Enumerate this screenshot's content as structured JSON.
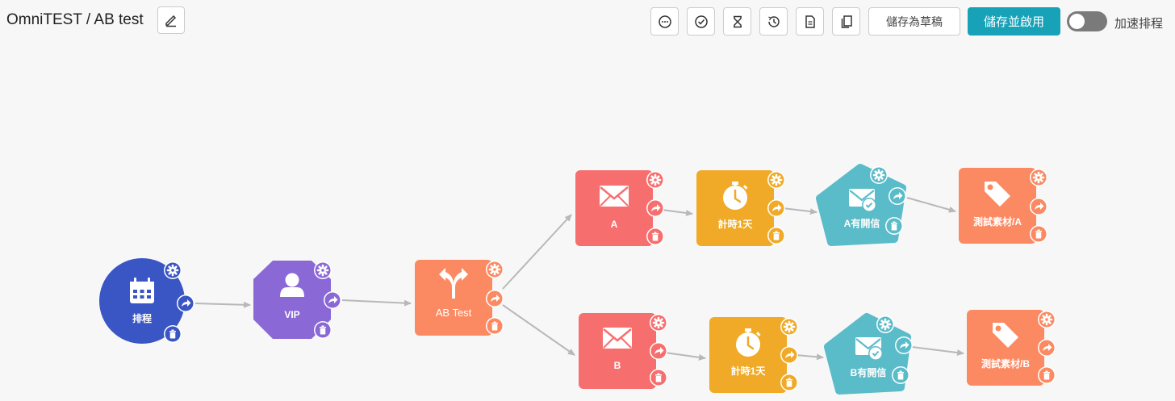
{
  "header": {
    "title": "OmniTEST / AB test",
    "toolbar_icons": [
      "comment-icon",
      "check-circle-icon",
      "hourglass-icon",
      "history-icon",
      "document-icon",
      "copy-icon"
    ],
    "draft_label": "儲存為草稿",
    "save_label": "儲存並啟用",
    "toggle_label": "加速排程",
    "toggle_on": false,
    "accent": "#17a2b8"
  },
  "nodes": {
    "schedule": {
      "label": "排程",
      "color": "#3a56c4",
      "icon": "calendar-icon"
    },
    "vip": {
      "label": "VIP",
      "color": "#8a68d6",
      "icon": "user-icon"
    },
    "abtest": {
      "label": "AB Test",
      "color": "#fb8a63",
      "icon": "split-arrow-icon"
    },
    "email_a": {
      "label": "A",
      "color": "#f76e6e",
      "icon": "envelope-icon"
    },
    "timer_a": {
      "label": "計時1天",
      "color": "#f0aa27",
      "icon": "stopwatch-icon"
    },
    "open_a": {
      "label": "A有開信",
      "color": "#5bbcc9",
      "icon": "envelope-check-icon"
    },
    "tag_a": {
      "label": "測試素材/A",
      "color": "#fb8a63",
      "icon": "tag-icon"
    },
    "email_b": {
      "label": "B",
      "color": "#f76e6e",
      "icon": "envelope-icon"
    },
    "timer_b": {
      "label": "計時1天",
      "color": "#f0aa27",
      "icon": "stopwatch-icon"
    },
    "open_b": {
      "label": "B有開信",
      "color": "#5bbcc9",
      "icon": "envelope-check-icon"
    },
    "tag_b": {
      "label": "測試素材/B",
      "color": "#fb8a63",
      "icon": "tag-icon"
    }
  }
}
